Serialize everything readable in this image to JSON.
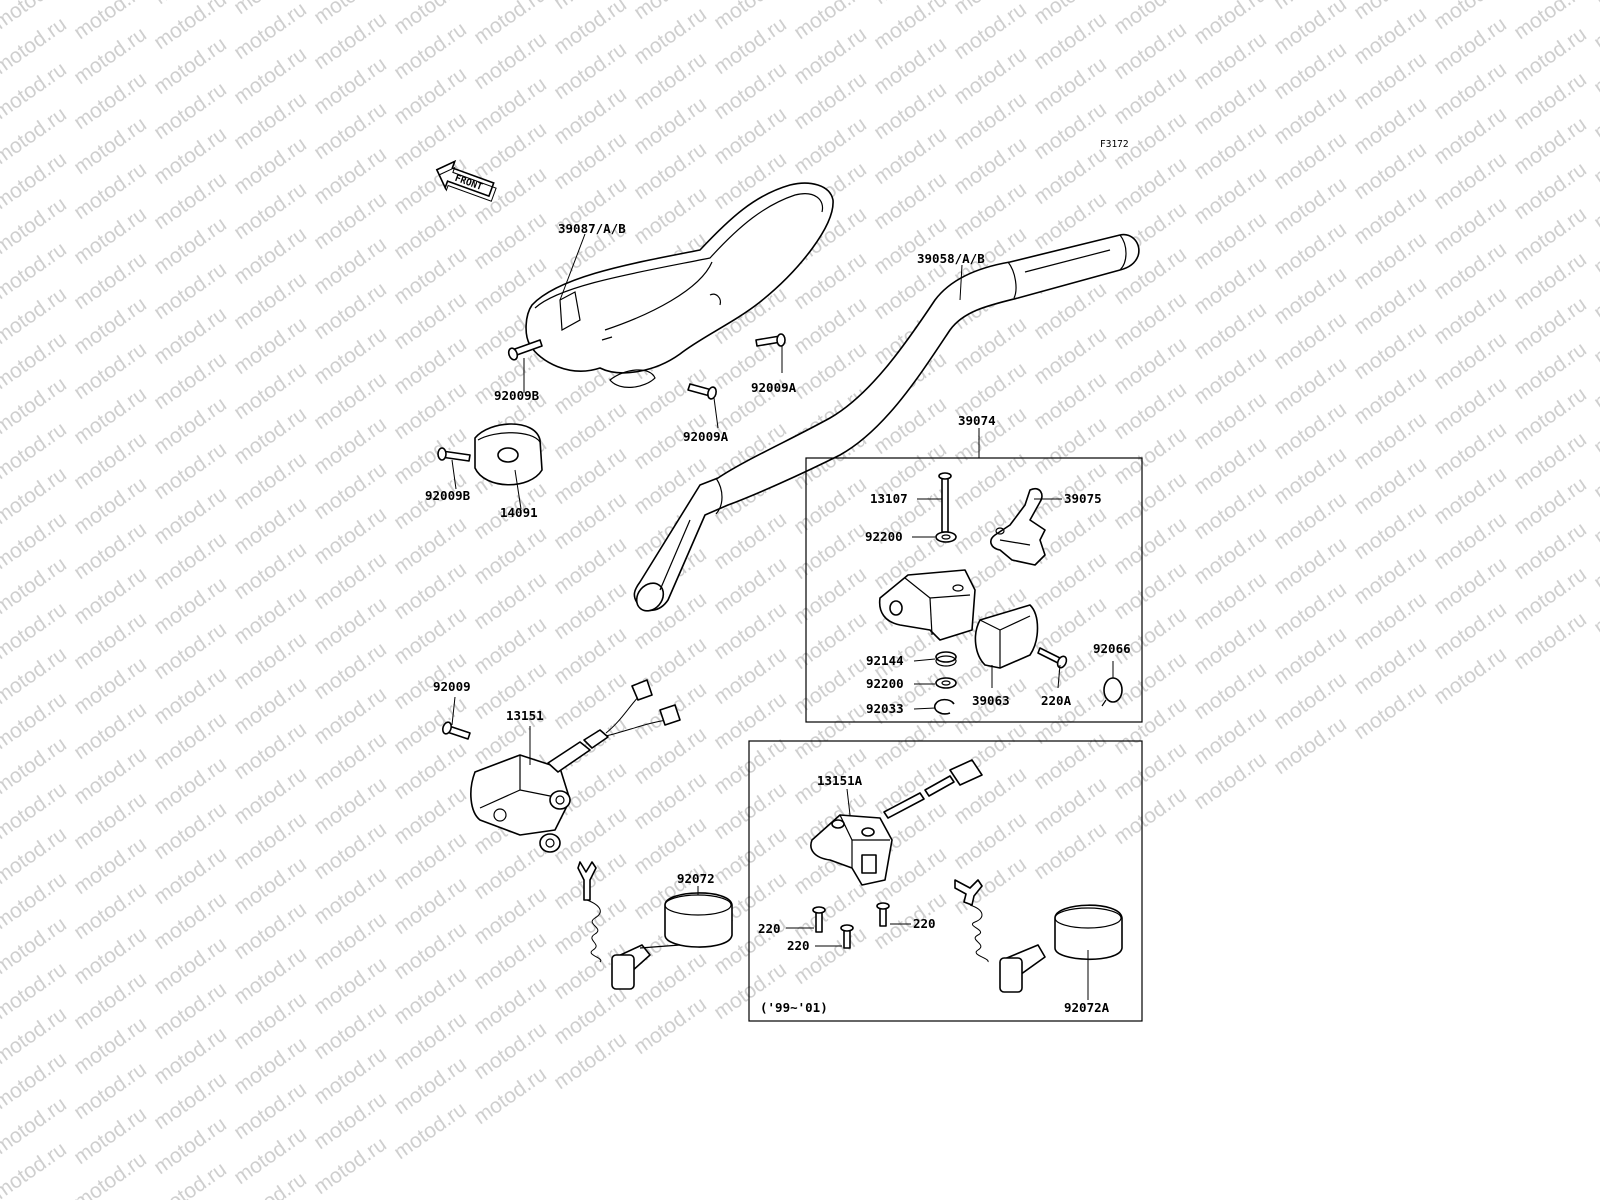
{
  "watermark": {
    "text": "motod.ru"
  },
  "figure_code": "F3172",
  "front_arrow": {
    "label": "FRONT"
  },
  "date_note": "('99~'01)",
  "parts": [
    {
      "id": "39087",
      "label": "39087/A/B"
    },
    {
      "id": "39058",
      "label": "39058/A/B"
    },
    {
      "id": "92009B_a",
      "label": "92009B"
    },
    {
      "id": "92009A_a",
      "label": "92009A"
    },
    {
      "id": "92009A_b",
      "label": "92009A"
    },
    {
      "id": "92009B_b",
      "label": "92009B"
    },
    {
      "id": "14091",
      "label": "14091"
    },
    {
      "id": "39074",
      "label": "39074"
    },
    {
      "id": "13107",
      "label": "13107"
    },
    {
      "id": "39075",
      "label": "39075"
    },
    {
      "id": "92200_a",
      "label": "92200"
    },
    {
      "id": "92144",
      "label": "92144"
    },
    {
      "id": "92200_b",
      "label": "92200"
    },
    {
      "id": "92033",
      "label": "92033"
    },
    {
      "id": "39063",
      "label": "39063"
    },
    {
      "id": "220A",
      "label": "220A"
    },
    {
      "id": "92066",
      "label": "92066"
    },
    {
      "id": "92009",
      "label": "92009"
    },
    {
      "id": "13151",
      "label": "13151"
    },
    {
      "id": "92072",
      "label": "92072"
    },
    {
      "id": "13151A",
      "label": "13151A"
    },
    {
      "id": "220_a",
      "label": "220"
    },
    {
      "id": "220_b",
      "label": "220"
    },
    {
      "id": "220_c",
      "label": "220"
    },
    {
      "id": "92072A",
      "label": "92072A"
    }
  ]
}
